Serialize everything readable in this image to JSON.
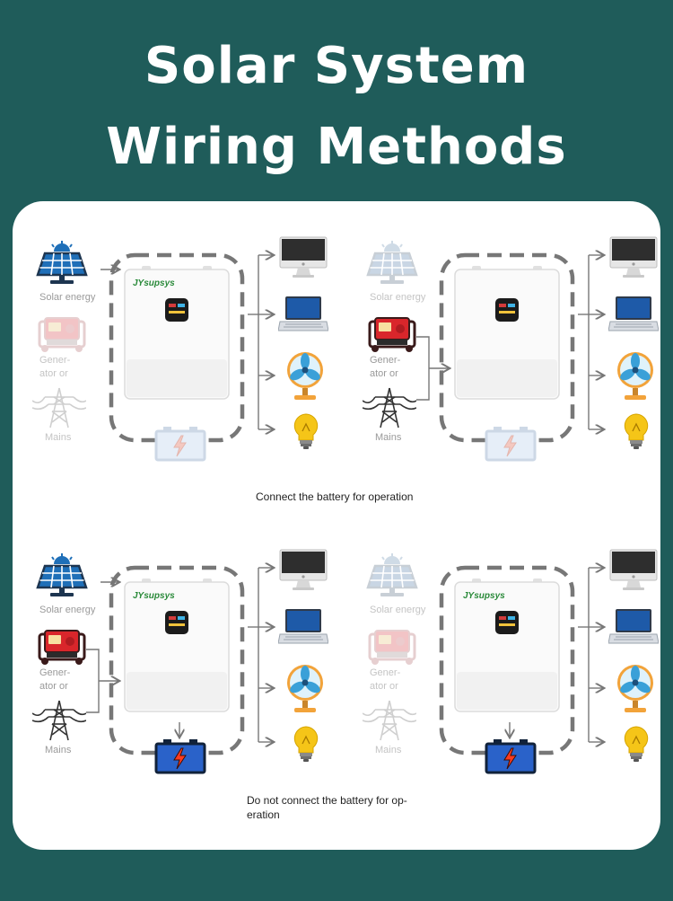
{
  "header": {
    "line1": "Solar System",
    "line2": "Wiring Methods"
  },
  "labels": {
    "solar": "Solar energy",
    "generator_line1": "Gener-",
    "generator_line2": "ator or",
    "mains": "Mains",
    "brand": "JYsupsys"
  },
  "captions": {
    "top": "Connect the battery for operation",
    "bottom": "Do not connect the battery for op- eration"
  },
  "panels": [
    {
      "id": "top-left",
      "solar_active": true,
      "generator_active": false,
      "mains_active": false,
      "battery_active": false,
      "brand_visible": true
    },
    {
      "id": "top-right",
      "solar_active": false,
      "generator_active": true,
      "mains_active": true,
      "battery_active": false,
      "brand_visible": false
    },
    {
      "id": "bottom-left",
      "solar_active": true,
      "generator_active": true,
      "mains_active": true,
      "battery_active": true,
      "brand_visible": true
    },
    {
      "id": "bottom-right",
      "solar_active": false,
      "generator_active": false,
      "mains_active": false,
      "battery_active": true,
      "brand_visible": true
    }
  ],
  "colors": {
    "background": "#1f5c5a",
    "solar_blue": "#1f6fb8",
    "generator_red": "#d9262b",
    "battery_blue": "#2a62c9",
    "fan_orange": "#f2a33a",
    "bulb_yellow": "#f5c518"
  },
  "icons": [
    "solar-panel-icon",
    "generator-icon",
    "power-tower-icon",
    "monitor-icon",
    "laptop-icon",
    "fan-icon",
    "light-bulb-icon",
    "battery-icon"
  ]
}
